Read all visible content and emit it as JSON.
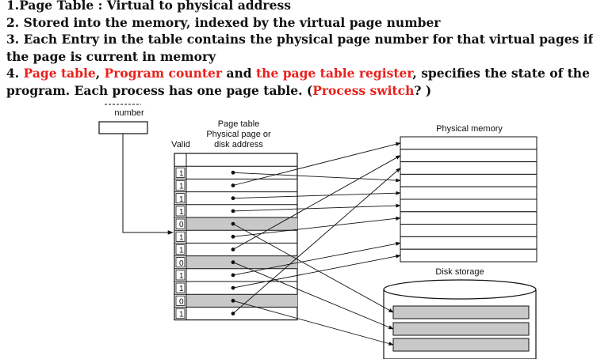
{
  "heading": {
    "line1": {
      "num": "1.",
      "title": "Page Table : ",
      "rest": " Virtual to physical address"
    },
    "line2": "2. Stored into the memory, indexed by the virtual page number",
    "line3": "3. Each Entry in the table contains the physical page number for that virtual pages if",
    "line3b": "the page is current in memory",
    "line4": {
      "num": "4. ",
      "red1": "Page table",
      "sep1": ", ",
      "red2": "Program counter",
      "sep2": " and ",
      "red3": "the page table register",
      "rest": ", specifies the state of the"
    },
    "line5": {
      "start": "program. Each process has one page table. (",
      "red": "Process switch",
      "end": "? )"
    }
  },
  "diagram": {
    "virtual_page_label": "number",
    "page_table_title": "Page table",
    "page_table_subtitle1": "Physical page or",
    "page_table_subtitle2": "disk address",
    "valid_label": "Valid",
    "valid_bits": [
      "1",
      "1",
      "1",
      "1",
      "0",
      "1",
      "1",
      "0",
      "1",
      "1",
      "0",
      "1"
    ],
    "physical_memory_label": "Physical memory",
    "disk_storage_label": "Disk storage",
    "colors": {
      "invalid_row": "#c8c8c8",
      "disk_block": "#c8c8c8",
      "red_text": "#e8211c"
    }
  }
}
